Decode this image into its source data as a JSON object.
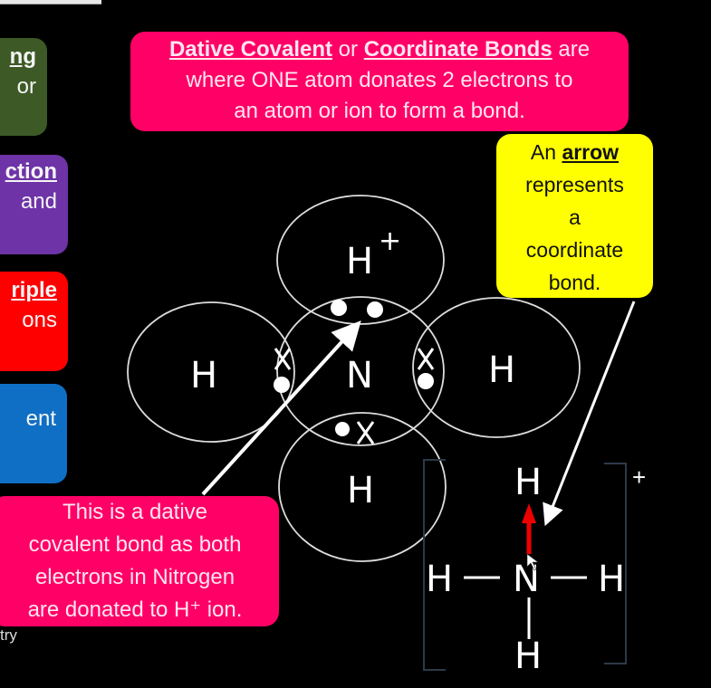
{
  "slide": {
    "background": "#000000",
    "side_boxes": [
      {
        "title": "ng",
        "text": "or",
        "color": "#3d5a26"
      },
      {
        "title": "ction",
        "text": "and",
        "color": "#6e33a7"
      },
      {
        "title": "riple",
        "text": "ons",
        "color": "#fe0000"
      },
      {
        "title": "",
        "text": "ent",
        "color": "#0e6fc4"
      }
    ],
    "definition": {
      "term1": "Dative Covalent",
      "connector": " or ",
      "term2": "Coordinate Bonds",
      "tail": " are",
      "line2": "where ONE atom donates 2 electrons to",
      "line3": "an atom or ion to form a bond.",
      "color": "#ff0066"
    },
    "arrow_note": {
      "prefix": "An ",
      "keyword": "arrow",
      "line2": "represents",
      "line3": "a",
      "line4": "coordinate",
      "line5": "bond.",
      "color": "#ffff00"
    },
    "dative_note": {
      "line1": "This is a dative",
      "line2": "covalent bond as both",
      "line3": "electrons in Nitrogen",
      "line4": "are donated to H⁺ ion.",
      "color": "#ff0066"
    },
    "footer": "try",
    "dot_cross": {
      "center_atom": "N",
      "top_atom": "H",
      "top_charge": "+",
      "left_atom": "H",
      "right_atom": "H",
      "bottom_atom": "H",
      "electron_dot": "●",
      "electron_cross": "X"
    },
    "displayed_formula": {
      "center": "N",
      "top": "H",
      "left": "H",
      "right": "H",
      "bottom": "H",
      "charge": "+",
      "coordinate_arrow_color": "#ee0000"
    }
  }
}
